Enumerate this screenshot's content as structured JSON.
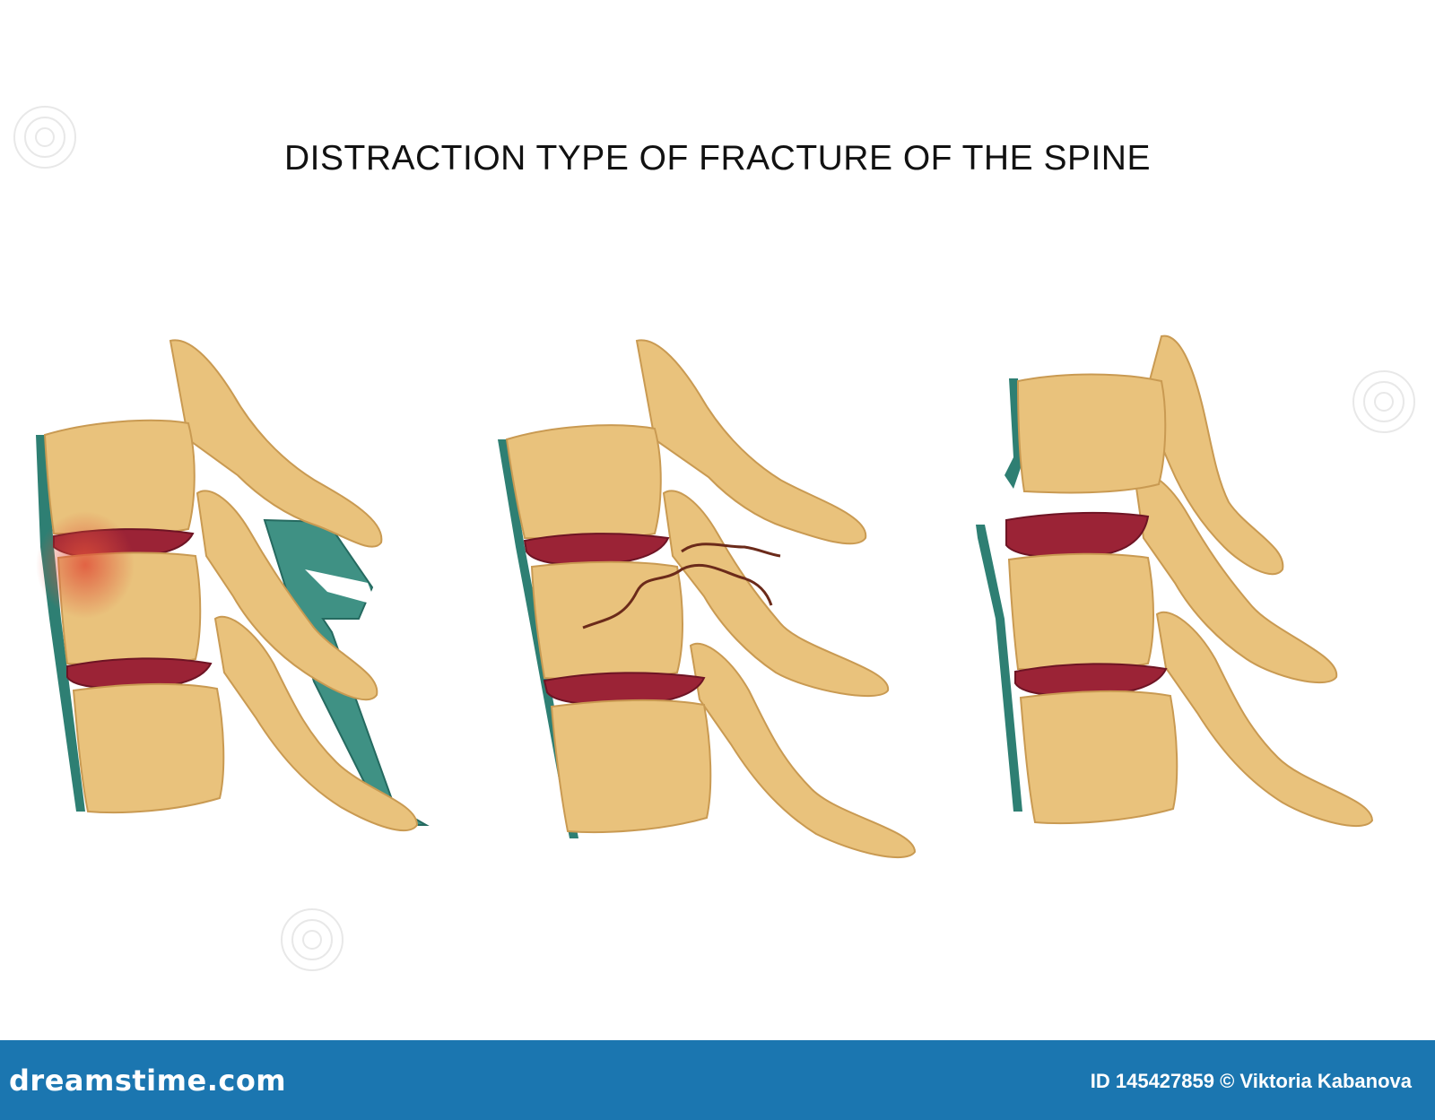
{
  "title": "DISTRACTION TYPE OF FRACTURE OF THE SPINE",
  "footer": {
    "logo_text": "dreamstime.com",
    "id_text": "ID 145427859",
    "credit_text": "© Viktoria Kabanova"
  },
  "colors": {
    "bone": "#e9c27c",
    "bone_dark": "#c99a52",
    "disc": "#9b2336",
    "ligament": "#2e7f73",
    "injury": "#e0523a",
    "crack": "#6b2a1a",
    "footer_bg": "#1b76b0"
  },
  "panels": [
    {
      "id": "soft-tissue-injury",
      "features": [
        "ligament-torn",
        "injury-redness"
      ]
    },
    {
      "id": "bone-fracture",
      "features": [
        "fracture-line"
      ]
    },
    {
      "id": "dislocation",
      "features": [
        "ligament-separated",
        "vertebra-displaced"
      ]
    }
  ]
}
